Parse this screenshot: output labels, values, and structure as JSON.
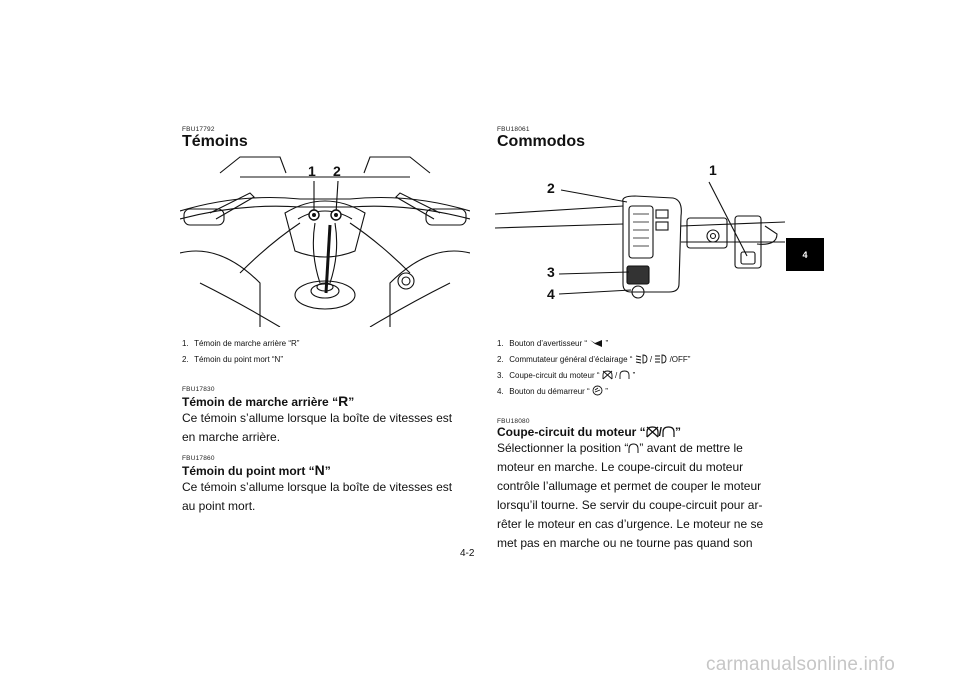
{
  "left": {
    "code1": "FBU17792",
    "title": "Témoins",
    "figure_labels": {
      "one": "1",
      "two": "2"
    },
    "captions": [
      {
        "num": "1.",
        "text": "Témoin de marche arrière “R”"
      },
      {
        "num": "2.",
        "text": "Témoin du point mort “N”"
      }
    ],
    "code2": "FBU17830",
    "h_reverse": "Témoin de marche arrière “",
    "h_reverse_letter": "R",
    "h_reverse_end": "”",
    "p_reverse_1": "Ce témoin s’allume lorsque la boîte de vitesses est",
    "p_reverse_2": "en marche arrière.",
    "code3": "FBU17860",
    "h_neutral": "Témoin du point mort “",
    "h_neutral_letter": "N",
    "h_neutral_end": "”",
    "p_neutral_1": "Ce témoin s’allume lorsque la boîte de vitesses est",
    "p_neutral_2": "au point mort."
  },
  "right": {
    "code1": "FBU18061",
    "title": "Commodos",
    "figure_labels": {
      "one": "1",
      "two": "2",
      "three": "3",
      "four": "4"
    },
    "captions": [
      {
        "num": "1.",
        "pre": "Bouton d’avertisseur “",
        "post": "”"
      },
      {
        "num": "2.",
        "pre": "Commutateur général d’éclairage “",
        "mid": "/",
        "post": "/OFF”"
      },
      {
        "num": "3.",
        "pre": "Coupe-circuit du moteur “",
        "mid": "/",
        "post": "”"
      },
      {
        "num": "4.",
        "pre": "Bouton du démarreur “",
        "post": "”"
      }
    ],
    "code2": "FBU18080",
    "h_kill": "Coupe-circuit du moteur “",
    "h_kill_mid": "/",
    "h_kill_end": "”",
    "p_lines": [
      "Sélectionner la position “",
      "” avant de mettre le",
      "moteur en marche. Le coupe-circuit du moteur",
      "contrôle l’allumage et permet de couper le moteur",
      "lorsqu’il tourne. Se servir du coupe-circuit pour ar-",
      "rêter le moteur en cas d’urgence. Le moteur ne se",
      "met pas en marche ou ne tourne pas quand son"
    ]
  },
  "tab": "4",
  "page_number": "4-2",
  "watermark": "carmanualsonline.info"
}
